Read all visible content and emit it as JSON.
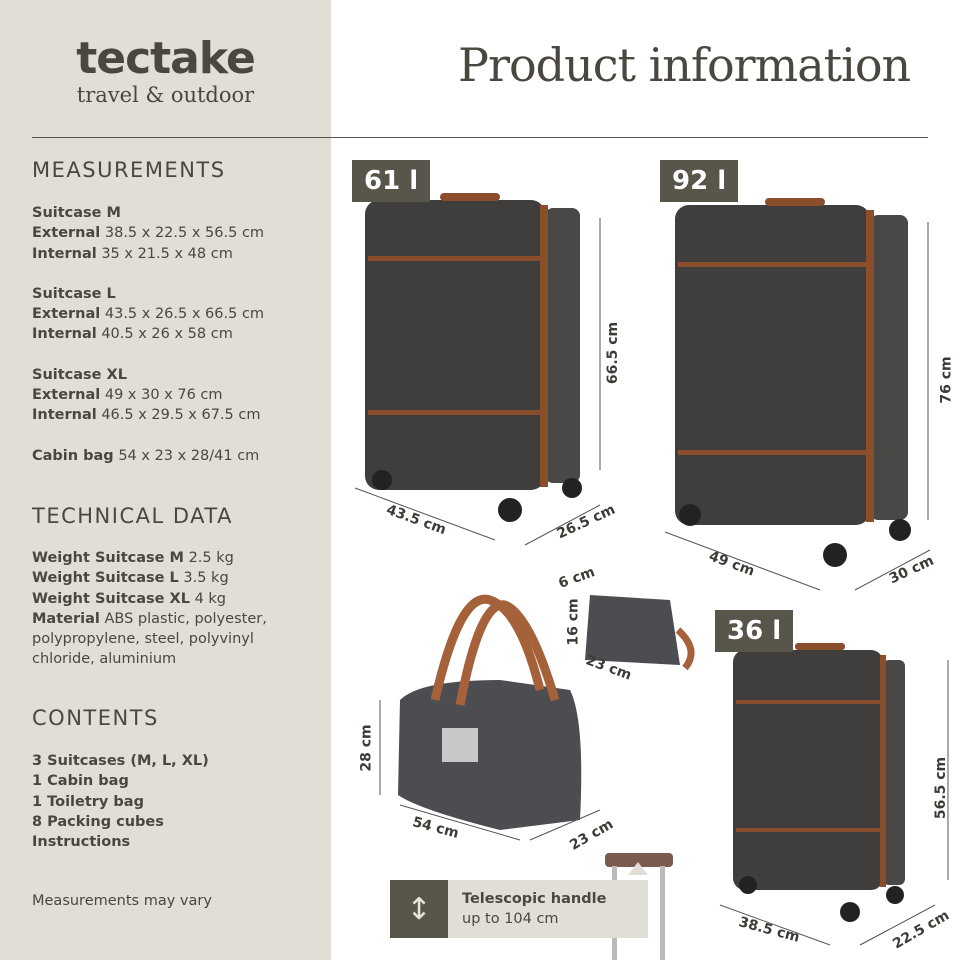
{
  "brand": {
    "name": "tectake",
    "tagline": "travel & outdoor"
  },
  "title": "Product information",
  "measurements": {
    "heading": "MEASUREMENTS",
    "groups": [
      {
        "name": "Suitcase M",
        "external_label": "External",
        "external": "38.5 x 22.5 x 56.5 cm",
        "internal_label": "Internal",
        "internal": "35 x 21.5 x 48 cm"
      },
      {
        "name": "Suitcase L",
        "external_label": "External",
        "external": "43.5 x 26.5 x 66.5 cm",
        "internal_label": "Internal",
        "internal": "40.5 x 26 x 58 cm"
      },
      {
        "name": "Suitcase XL",
        "external_label": "External",
        "external": "49 x 30 x 76 cm",
        "internal_label": "Internal",
        "internal": "46.5 x 29.5 x 67.5 cm"
      }
    ],
    "cabin_label": "Cabin bag",
    "cabin": "54 x 23 x 28/41 cm"
  },
  "technical": {
    "heading": "TECHNICAL DATA",
    "rows": [
      {
        "label": "Weight Suitcase M",
        "value": "2.5 kg"
      },
      {
        "label": "Weight Suitcase L",
        "value": "3.5 kg"
      },
      {
        "label": "Weight Suitcase XL",
        "value": "4 kg"
      }
    ],
    "material_label": "Material",
    "material": "ABS plastic, polyester, polypropylene, steel, polyvinyl chloride, aluminium"
  },
  "contents": {
    "heading": "CONTENTS",
    "items": [
      "3 Suitcases (M, L, XL)",
      "1 Cabin bag",
      "1 Toiletry bag",
      "8 Packing cubes",
      "Instructions"
    ]
  },
  "note": "Measurements may vary",
  "badges": {
    "m": "61 l",
    "l": "92 l",
    "s": "36 l"
  },
  "dims": {
    "m_h": "66.5 cm",
    "m_w": "43.5 cm",
    "m_d": "26.5 cm",
    "l_h": "76 cm",
    "l_w": "49 cm",
    "l_d": "30 cm",
    "t_d": "6 cm",
    "t_h": "16 cm",
    "t_w": "23 cm",
    "b_h": "28 cm",
    "b_w": "54 cm",
    "b_d": "23 cm",
    "s_h": "56.5 cm",
    "s_w": "38.5 cm",
    "s_d": "22.5 cm"
  },
  "telescopic": {
    "title": "Telescopic handle",
    "value": "up to 104 cm"
  },
  "colors": {
    "panel": "#e1ded6",
    "text": "#4a4740",
    "badge": "#58554b",
    "shell": "#3f3e3c",
    "trim": "#8a4e2c"
  }
}
